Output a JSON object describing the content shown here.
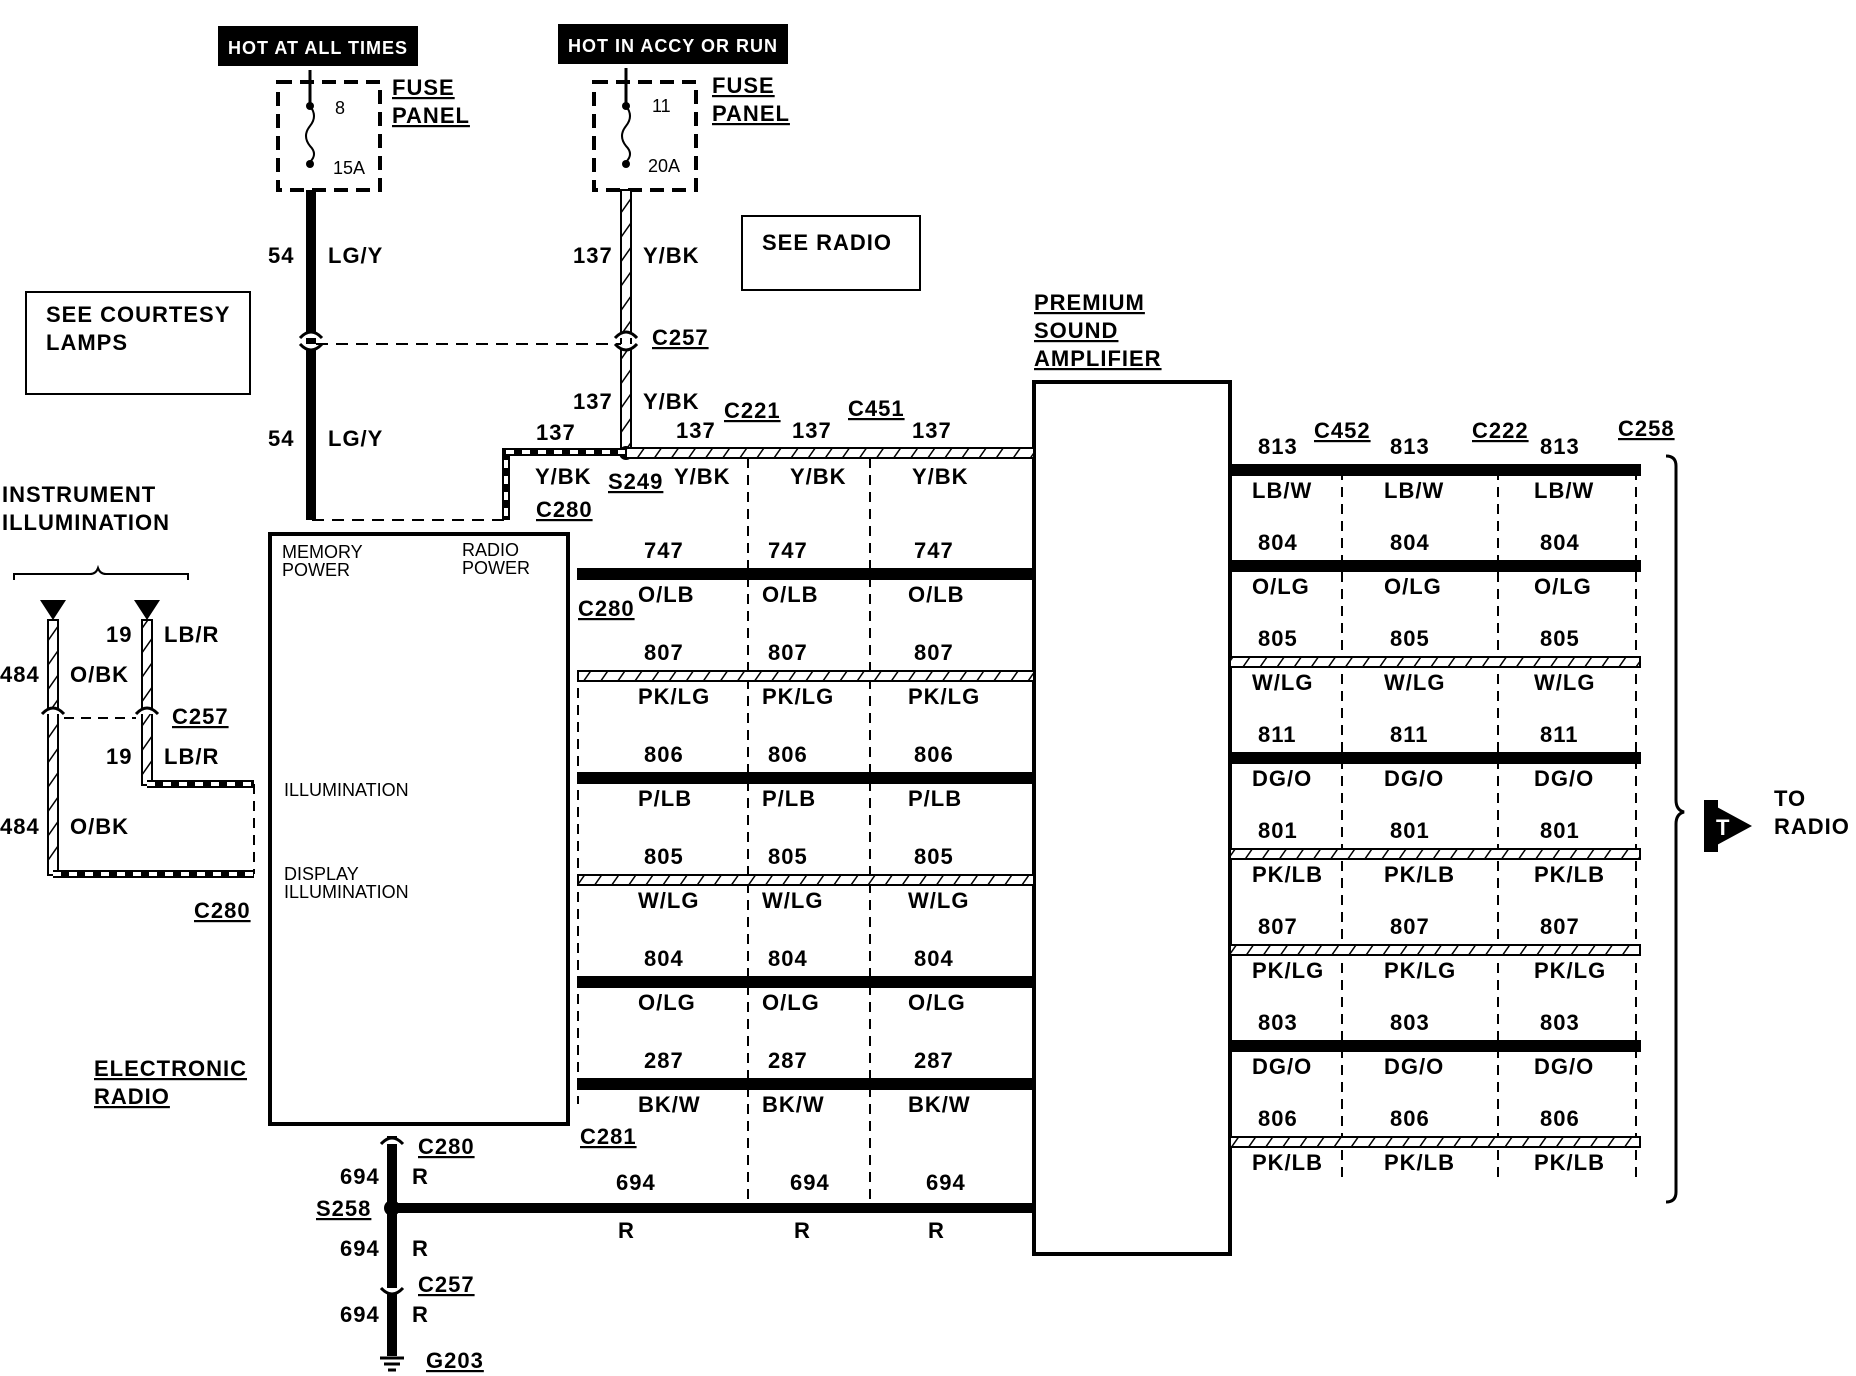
{
  "power": {
    "hot_at_all_times": "HOT AT ALL TIMES",
    "hot_in_accy_or_run": "HOT IN ACCY OR RUN"
  },
  "fuses": [
    {
      "label_1": "FUSE",
      "label_2": "PANEL",
      "number": "8",
      "rating": "15A"
    },
    {
      "label_1": "FUSE",
      "label_2": "PANEL",
      "number": "11",
      "rating": "20A"
    }
  ],
  "references": {
    "see_radio": "SEE RADIO",
    "see_courtesy_1": "SEE COURTESY",
    "see_courtesy_2": "LAMPS",
    "instrument_1": "INSTRUMENT",
    "instrument_2": "ILLUMINATION",
    "to_radio_1": "TO",
    "to_radio_2": "RADIO",
    "to_radio_symbol": "T"
  },
  "components": {
    "radio_1": "ELECTRONIC",
    "radio_2": "RADIO",
    "memory_power_1": "MEMORY",
    "memory_power_2": "POWER",
    "radio_power_1": "RADIO",
    "radio_power_2": "POWER",
    "illumination": "ILLUMINATION",
    "display_illum_1": "DISPLAY",
    "display_illum_2": "ILLUMINATION",
    "amp_1": "PREMIUM",
    "amp_2": "SOUND",
    "amp_3": "AMPLIFIER"
  },
  "connectors": {
    "c257": "C257",
    "c280": "C280",
    "c221": "C221",
    "c451": "C451",
    "c452": "C452",
    "c222": "C222",
    "c258": "C258",
    "c281": "C281",
    "s249": "S249",
    "s258": "S258",
    "g203": "G203"
  },
  "wires": {
    "n54": "54",
    "lgy": "LG/Y",
    "n137": "137",
    "ybk": "Y/BK",
    "n484": "484",
    "obk": "O/BK",
    "n19": "19",
    "lbr": "LB/R",
    "n694": "694",
    "r": "R"
  },
  "left_bus": [
    {
      "num": "747",
      "color": "O/LB"
    },
    {
      "num": "807",
      "color": "PK/LG"
    },
    {
      "num": "806",
      "color": "P/LB"
    },
    {
      "num": "805",
      "color": "W/LG"
    },
    {
      "num": "804",
      "color": "O/LG"
    },
    {
      "num": "287",
      "color": "BK/W"
    }
  ],
  "right_bus": [
    {
      "num": "813",
      "color": "LB/W"
    },
    {
      "num": "804",
      "color": "O/LG"
    },
    {
      "num": "805",
      "color": "W/LG"
    },
    {
      "num": "811",
      "color": "DG/O"
    },
    {
      "num": "801",
      "color": "PK/LB"
    },
    {
      "num": "807",
      "color": "PK/LG"
    },
    {
      "num": "803",
      "color": "DG/O"
    },
    {
      "num": "806",
      "color": "PK/LB"
    }
  ]
}
